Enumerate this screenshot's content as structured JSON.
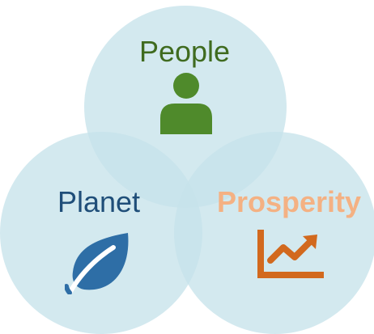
{
  "circles": {
    "people": {
      "label": "People",
      "label_color": "#3f6b1f",
      "icon": "person-icon",
      "icon_color": "#4f8a2b"
    },
    "planet": {
      "label": "Planet",
      "label_color": "#1f4e79",
      "icon": "leaf-icon",
      "icon_color": "#2e6ea6"
    },
    "prosperity": {
      "label": "Prosperity",
      "label_color": "#f4b183",
      "icon": "trending-up-chart-icon",
      "icon_color": "#d2691e"
    }
  },
  "colors": {
    "circle_fill": "#c6e3ea",
    "circle_fill_overlap": "#a9cfd7"
  }
}
